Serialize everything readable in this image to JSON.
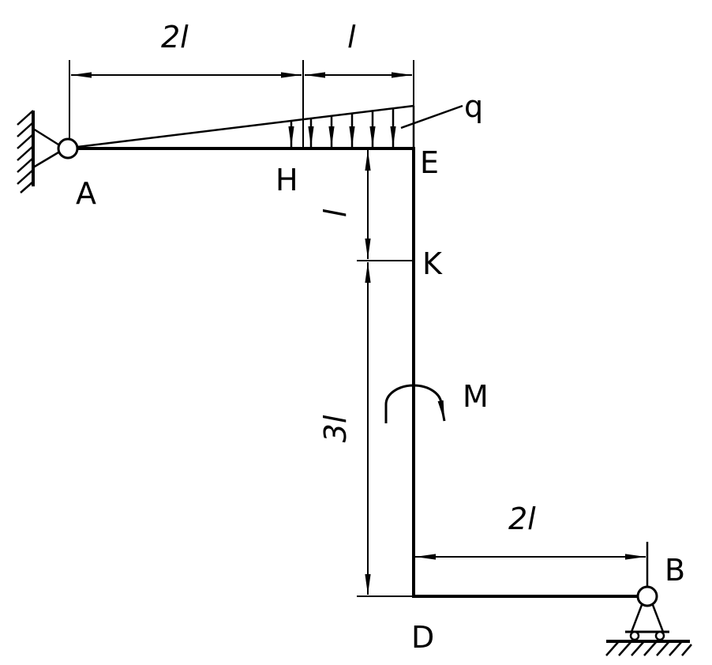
{
  "points": {
    "a": "A",
    "h": "H",
    "e": "E",
    "k": "K",
    "d": "D",
    "b": "B"
  },
  "loads": {
    "distributed": "q",
    "moment": "M"
  },
  "dimensions": {
    "ah": "2l",
    "he": "l",
    "ek": "l",
    "kd": "3l",
    "db": "2l"
  },
  "colors": {
    "ink": "#000000",
    "background": "#ffffff"
  }
}
